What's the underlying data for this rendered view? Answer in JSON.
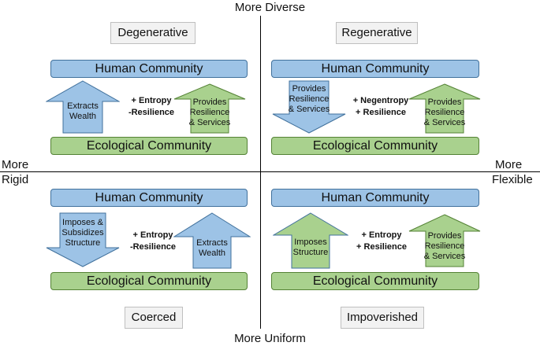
{
  "axes": {
    "top": "More Diverse",
    "bottom": "More Uniform",
    "left_1": "More",
    "left_2": "Rigid",
    "right_1": "More",
    "right_2": "Flexible"
  },
  "quadrants": {
    "top_left": {
      "title": "Degenerative",
      "human": "Human Community",
      "ecological": "Ecological Community",
      "arrow_a": [
        "Extracts",
        "Wealth"
      ],
      "arrow_b": [
        "Provides",
        "Resilience",
        "& Services"
      ],
      "effect_1": "+ Entropy",
      "effect_2": "-Resilience"
    },
    "top_right": {
      "title": "Regenerative",
      "human": "Human Community",
      "ecological": "Ecological Community",
      "arrow_a": [
        "Provides",
        "Resilience",
        "& Services"
      ],
      "arrow_b": [
        "Provides",
        "Resilience",
        "& Services"
      ],
      "effect_1": "+ Negentropy",
      "effect_2": "+ Resilience"
    },
    "bottom_left": {
      "title": "Coerced",
      "human": "Human Community",
      "ecological": "Ecological Community",
      "arrow_a": [
        "Imposes &",
        "Subsidizes",
        "Structure"
      ],
      "arrow_b": [
        "Extracts",
        "Wealth"
      ],
      "effect_1": "+ Entropy",
      "effect_2": "-Resilience"
    },
    "bottom_right": {
      "title": "Impoverished",
      "human": "Human Community",
      "ecological": "Ecological Community",
      "arrow_a": [
        "Imposes",
        "Structure"
      ],
      "arrow_b": [
        "Provides",
        "Resilience",
        "& Services"
      ],
      "effect_1": "+ Entropy",
      "effect_2": "+ Resilience"
    }
  },
  "colors": {
    "human_fill": "#9dc3e6",
    "human_stroke": "#41719c",
    "eco_fill": "#a9d18e",
    "eco_stroke": "#548235"
  }
}
